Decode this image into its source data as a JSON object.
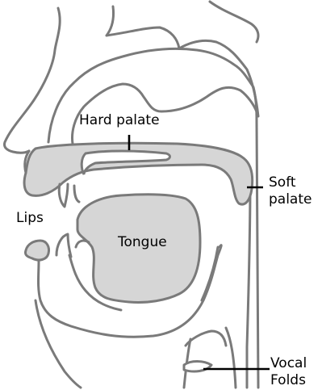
{
  "diagram": {
    "labels": {
      "hard_palate": "Hard palate",
      "soft_palate_line1": "Soft",
      "soft_palate_line2": "palate",
      "lips": "Lips",
      "tongue": "Tongue",
      "vocal_folds_line1": "Vocal",
      "vocal_folds_line2": "Folds"
    },
    "colors": {
      "outline": "#7a7a7a",
      "organ_fill": "#d6d6d6",
      "text": "#000000",
      "background": "#ffffff"
    }
  }
}
